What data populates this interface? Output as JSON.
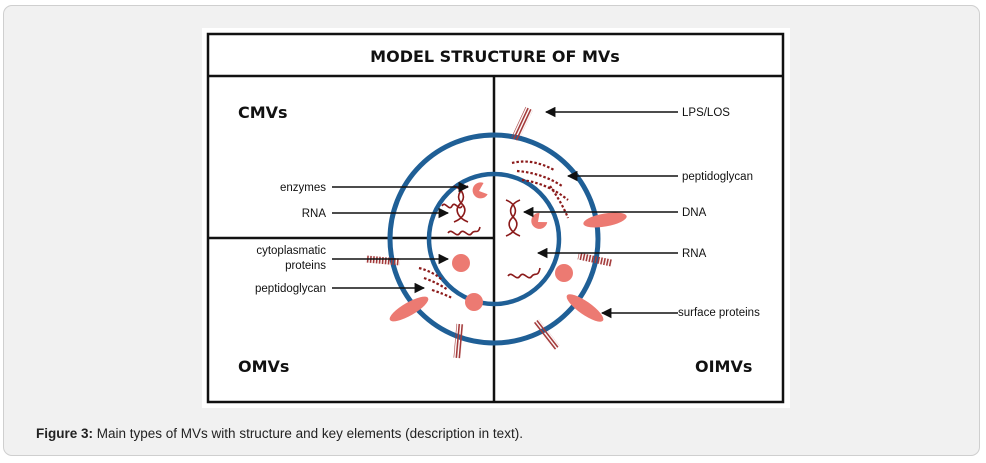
{
  "diagram": {
    "title": "MODEL STRUCTURE OF MVs",
    "sections": {
      "cmv": "CMVs",
      "omv": "OMVs",
      "oimv": "OIMVs"
    },
    "labels": {
      "enzymes": "enzymes",
      "rna_left": "RNA",
      "cyto_1": "cytoplasmatic",
      "cyto_2": "proteins",
      "peptidoglycan_left": "peptidoglycan",
      "lps": "LPS/LOS",
      "peptidoglycan_right": "peptidoglycan",
      "dna": "DNA",
      "rna_right": "RNA",
      "surface_proteins": "surface proteins"
    },
    "colors": {
      "membrane": "#1f5f96",
      "protein": "#ec7a72",
      "nucleic": "#8b1a1a",
      "border": "#111111"
    }
  },
  "caption": {
    "label": "Figure 3:",
    "text": " Main types of MVs with structure and key elements (description in text)."
  }
}
